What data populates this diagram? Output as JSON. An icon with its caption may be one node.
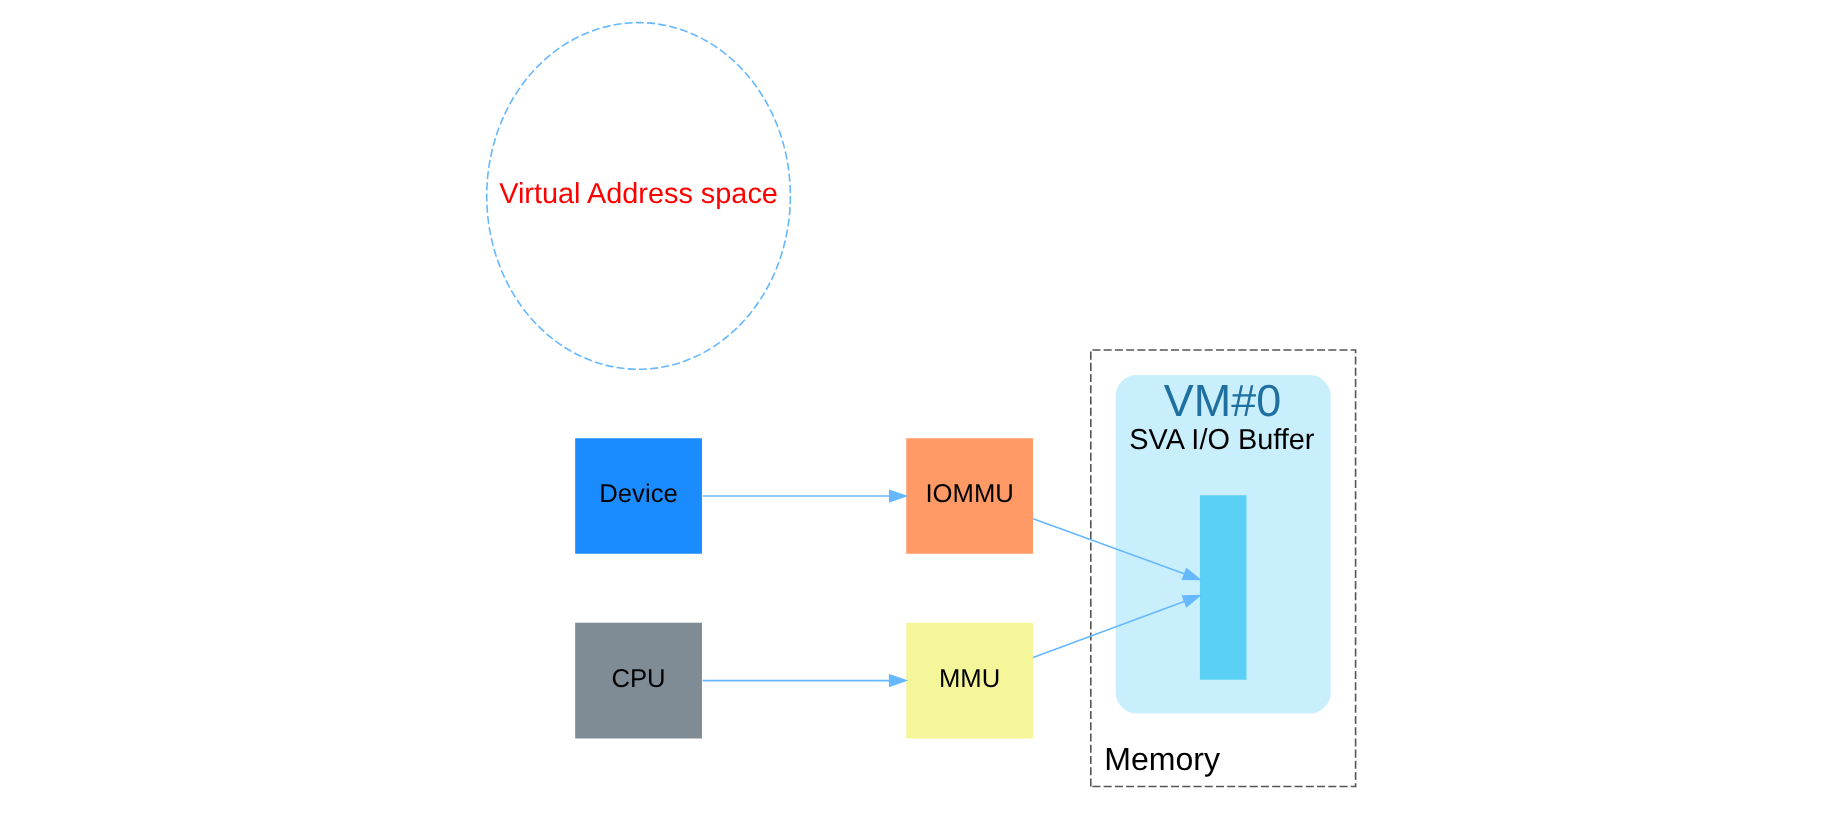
{
  "diagram": {
    "nodes": [
      {
        "text": [
          "Device"
        ]
      },
      {
        "text": [
          "CPU"
        ]
      },
      {
        "text": [
          "Virtual Address space"
        ]
      },
      {
        "text": [
          "IOMMU"
        ]
      },
      {
        "text": [
          "MMU"
        ]
      },
      {
        "text": [
          "Memory"
        ]
      },
      {
        "text": [
          "VM#0",
          "SVA I/O Buffer"
        ],
        "in": 5
      },
      {
        "text": [],
        "shape": "bar",
        "in": 6
      }
    ],
    "edges": [
      {
        "from": 0,
        "to": 3,
        "arrow": "to"
      },
      {
        "from": 1,
        "to": 4,
        "arrow": "to"
      },
      {
        "from": 3,
        "to": 7,
        "arrow": "to"
      },
      {
        "from": 4,
        "to": 7,
        "arrow": "to"
      }
    ]
  }
}
